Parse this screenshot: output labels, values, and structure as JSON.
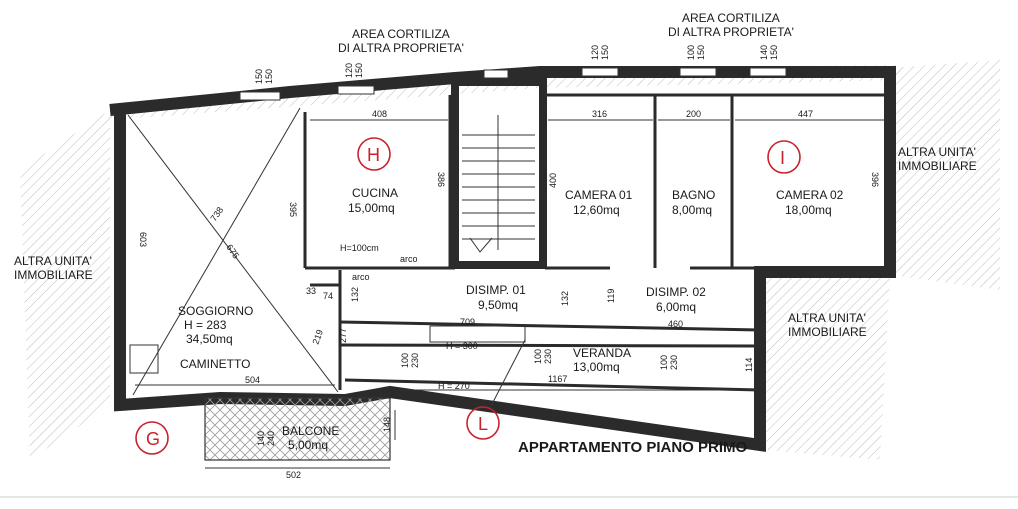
{
  "labels": {
    "area_top_left_1": "AREA CORTILIZA",
    "area_top_left_2": "DI ALTRA PROPRIETA'",
    "area_top_right_1": "AREA CORTILIZA",
    "area_top_right_2": "DI ALTRA PROPRIETA'",
    "altra_left_1": "ALTRA UNITA'",
    "altra_left_2": "IMMOBILIARE",
    "altra_right_1": "ALTRA UNITA'",
    "altra_right_2": "IMMOBILIARE",
    "altra_mid_1": "ALTRA UNITA'",
    "altra_mid_2": "IMMOBILIARE",
    "plan_title": "APPARTAMENTO PIANO PRIMO"
  },
  "rooms": {
    "cucina_name": "CUCINA",
    "cucina_area": "15,00mq",
    "camera01_name": "CAMERA 01",
    "camera01_area": "12,60mq",
    "bagno_name": "BAGNO",
    "bagno_area": "8,00mq",
    "camera02_name": "CAMERA 02",
    "camera02_area": "18,00mq",
    "soggiorno_name": "SOGGIORNO",
    "soggiorno_h": "H = 283",
    "soggiorno_area": "34,50mq",
    "caminetto": "CAMINETTO",
    "disimp01_name": "DISIMP. 01",
    "disimp01_area": "9,50mq",
    "disimp02_name": "DISIMP. 02",
    "disimp02_area": "6,00mq",
    "veranda_name": "VERANDA",
    "veranda_area": "13,00mq",
    "balcone_name": "BALCONE",
    "balcone_area": "5,00mq"
  },
  "badges": {
    "g": "G",
    "h": "H",
    "i": "I",
    "l": "L"
  },
  "dims": {
    "w150_a": "150",
    "w150_b": "150",
    "w120_a": "120",
    "w150_c": "150",
    "w120_b": "120",
    "w150_d": "150",
    "w100_a": "100",
    "w150_e": "150",
    "w140_a": "140",
    "w150_f": "150",
    "d408": "408",
    "d316": "316",
    "d200": "200",
    "d447": "447",
    "d395": "395",
    "d386": "386",
    "d400": "400",
    "d396": "396",
    "d603": "603",
    "d738": "738",
    "d675": "675",
    "d504": "504",
    "d709": "709",
    "d460": "460",
    "d1167": "1167",
    "d132_a": "132",
    "d132_b": "132",
    "d119": "119",
    "d74": "74",
    "d33": "33",
    "d277": "277",
    "d219": "219",
    "d100_a": "100",
    "d230_a": "230",
    "d100_b": "100",
    "d230_b": "230",
    "d100_c": "100",
    "d230_c": "230",
    "d114": "114",
    "d140": "140",
    "d240": "240",
    "d148": "148",
    "d502": "502",
    "h100cm": "H=100cm",
    "arco_a": "arco",
    "arco_b": "arco",
    "h300": "H = 300",
    "h270": "H = 270"
  }
}
